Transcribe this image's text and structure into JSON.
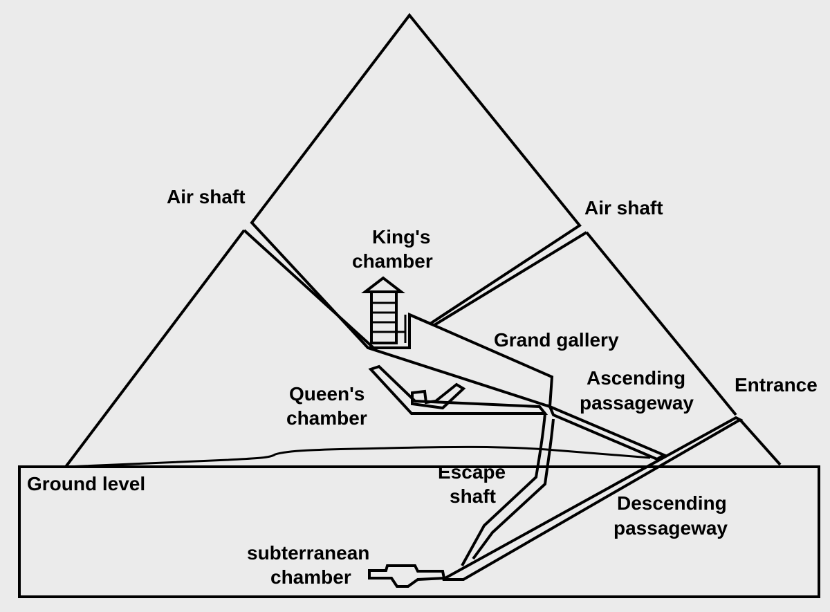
{
  "labels": {
    "air_shaft_left": "Air shaft",
    "air_shaft_right": "Air shaft",
    "kings_chamber_line1": "King's",
    "kings_chamber_line2": "chamber",
    "grand_gallery": "Grand gallery",
    "ascending_line1": "Ascending",
    "ascending_line2": "passageway",
    "entrance": "Entrance",
    "queens_chamber_line1": "Queen's",
    "queens_chamber_line2": "chamber",
    "ground_level": "Ground level",
    "escape_line1": "Escape",
    "escape_line2": "shaft",
    "descending_line1": "Descending",
    "descending_line2": "passageway",
    "subterranean_line1": "subterranean",
    "subterranean_line2": "chamber"
  },
  "colors": {
    "background": "#ebebeb",
    "ink": "#000000"
  }
}
